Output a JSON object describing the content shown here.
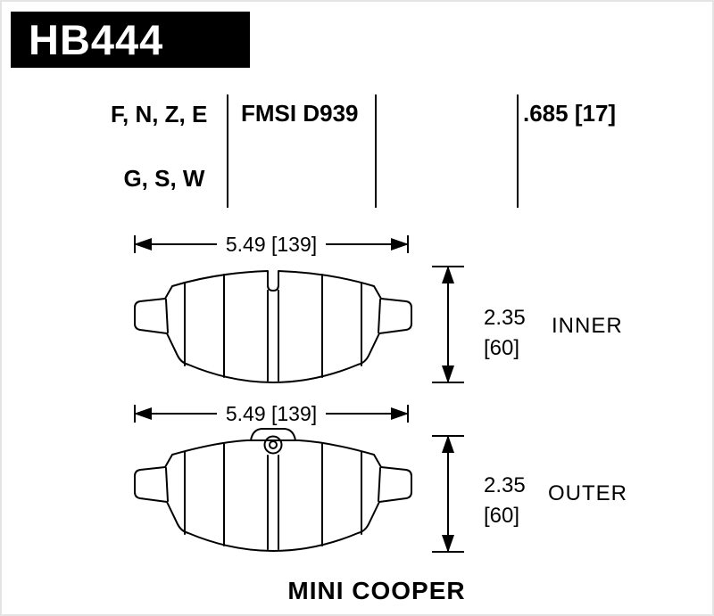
{
  "part_code": "HB444",
  "spec_header": {
    "compounds": [
      "F, N, Z, E",
      "G, S, W"
    ],
    "fmsi": "FMSI D939",
    "pad_thickness": ".685 [17]"
  },
  "dimensions": {
    "width_label": "5.49 [139]",
    "thickness_value": "2.35",
    "thickness_metric": "[60]"
  },
  "pads": {
    "inner_label": "INNER",
    "outer_label": "OUTER"
  },
  "vehicle": "MINI COOPER",
  "colors": {
    "ink": "#000000",
    "paper": "#ffffff"
  }
}
